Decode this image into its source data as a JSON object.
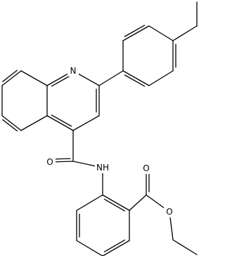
{
  "molecule": {
    "labels": {
      "ring_nitrogen": "N",
      "amide_nh": "NH",
      "amide_oxygen": "O",
      "ester_carbonyl_oxygen": "O",
      "ester_ether_oxygen": "O"
    },
    "bond_color": "#000000",
    "background": "#ffffff"
  }
}
